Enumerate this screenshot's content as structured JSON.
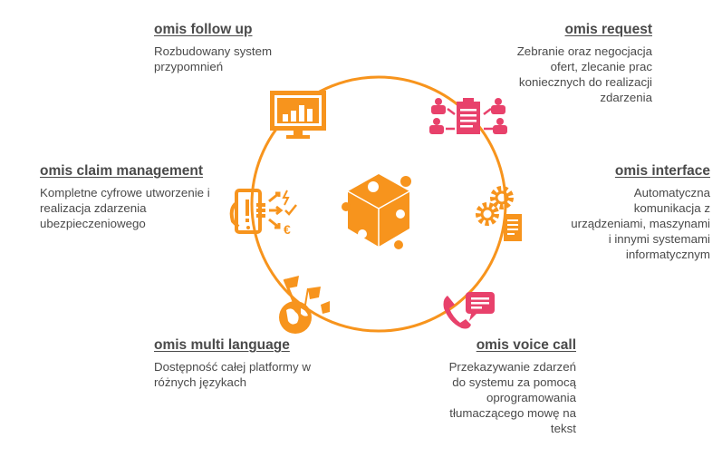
{
  "colors": {
    "orange": "#f7941d",
    "pink": "#e8416b",
    "text": "#4a4a4a"
  },
  "center": {
    "icon": "puzzle-cube-icon"
  },
  "modules": [
    {
      "id": "follow_up",
      "title": "omis follow up",
      "description": "Rozbudowany system przypomnień",
      "icon": "monitor-chart-icon",
      "color": "orange"
    },
    {
      "id": "request",
      "title": "omis request",
      "description": "Zebranie oraz negocjacja ofert, zlecanie prac koniecznych do realizacji zdarzenia",
      "icon": "clipboard-people-icon",
      "color": "pink"
    },
    {
      "id": "claim_management",
      "title": "omis claim management",
      "description": "Kompletne cyfrowe utworzenie i realizacja zdarzenia ubezpieczeniowego",
      "icon": "phone-hand-alert-icon",
      "color": "orange"
    },
    {
      "id": "interface",
      "title": "omis interface",
      "description": "Automatyczna komunikacja z urządzeniami, maszynami i innymi systemami informatycznym",
      "icon": "gears-document-icon",
      "color": "orange"
    },
    {
      "id": "multi_language",
      "title": "omis multi language",
      "description": "Dostępność całej platformy w różnych językach",
      "icon": "globe-flags-icon",
      "color": "orange"
    },
    {
      "id": "voice_call",
      "title": "omis voice call",
      "description": "Przekazywanie zdarzeń do systemu za pomocą oprogramowania tłumaczącego mowę na tekst",
      "icon": "phone-chat-icon",
      "color": "pink"
    }
  ]
}
